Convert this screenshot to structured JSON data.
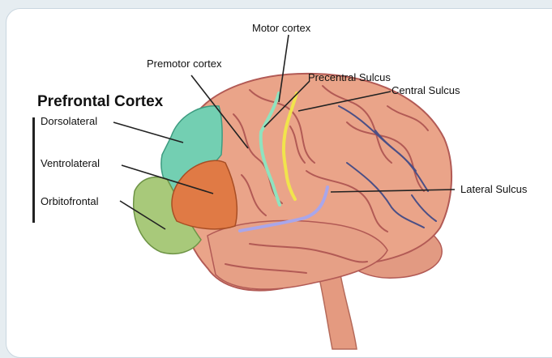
{
  "title": "Prefrontal Cortex",
  "labels": {
    "dorsolateral": "Dorsolateral",
    "ventrolateral": "Ventrolateral",
    "orbitofrontal": "Orbitofrontal",
    "premotor": "Premotor cortex",
    "motor": "Motor cortex",
    "precentral": "Precentral Sulcus",
    "central": "Central Sulcus",
    "lateral": "Lateral Sulcus"
  },
  "colors": {
    "dorsolateral": "#73cfb2",
    "ventrolateral": "#e07a45",
    "orbitofrontal": "#a8c97a",
    "brain": "#e9a488",
    "gyri_lines": "#b25a55",
    "vessels": "#4b4f86",
    "precentral_sulcus_line": "#8fe3bf",
    "central_sulcus_line": "#f1e44c",
    "lateral_sulcus_line": "#a9a6ea"
  }
}
